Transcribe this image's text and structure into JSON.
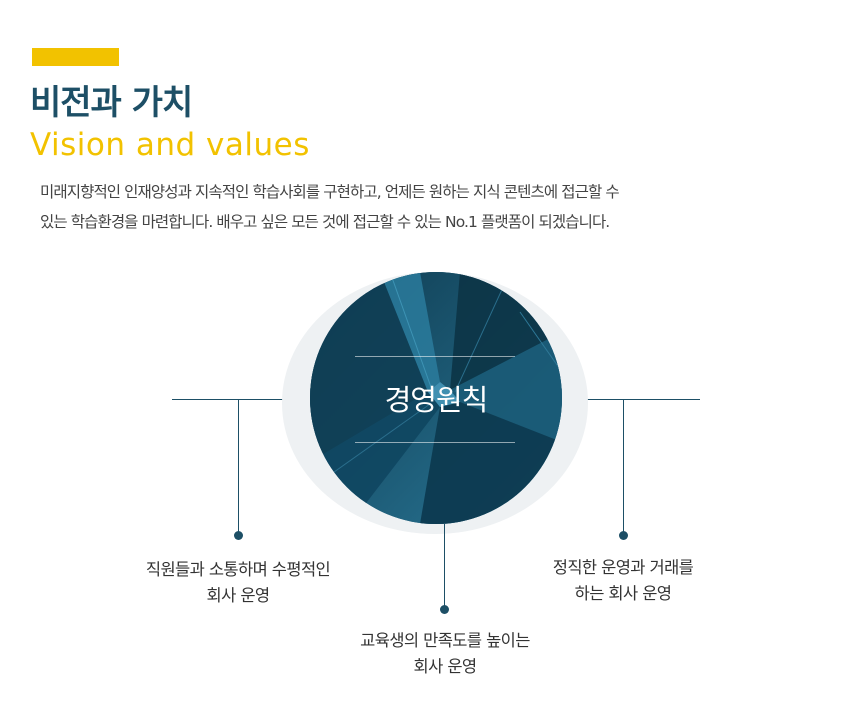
{
  "header": {
    "title": "비전과 가치",
    "subtitle": "Vision and values"
  },
  "intro": {
    "line1": "미래지향적인 인재양성과 지속적인 학습사회를 구현하고, 언제든 원하는 지식 콘텐츠에 접근할 수",
    "line2": "있는 학습환경을 마련합니다. 배우고 싶은 모든 것에 접근할 수 있는 No.1 플랫폼이 되겠습니다."
  },
  "center": {
    "label": "경영원칙"
  },
  "principles": [
    {
      "line1": "직원들과 소통하며 수평적인",
      "line2": "회사 운영"
    },
    {
      "line1": "교육생의 만족도를 높이는",
      "line2": "회사 운영"
    },
    {
      "line1": "정직한 운영과 거래를",
      "line2": "하는 회사 운영"
    }
  ],
  "colors": {
    "accent": "#f2c200",
    "primary": "#1d4f66"
  }
}
